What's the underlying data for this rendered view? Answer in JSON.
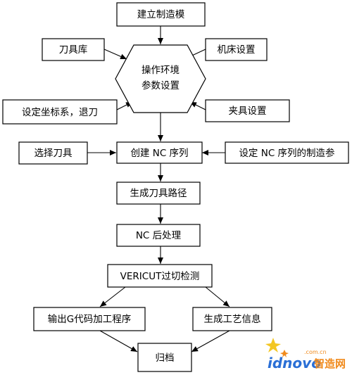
{
  "nodes": {
    "build_model": "建立制造模",
    "tool_library": "刀具库",
    "machine_setup": "机床设置",
    "operation_env": [
      "操作环境",
      "参数设置"
    ],
    "coord_retract": "设定坐标系，退刀",
    "fixture_setup": "夹具设置",
    "select_tool": "选择刀具",
    "create_nc_seq": "创建 NC 序列",
    "set_nc_params": "设定 NC 序列的制造参",
    "gen_toolpath": "生成刀具路径",
    "nc_post": "NC 后处理",
    "vericut_check": "VERICUT过切检测",
    "output_gcode": "输出G代码加工程序",
    "gen_process_info": "生成工艺信息",
    "archive": "归档"
  },
  "watermark": {
    "domain_text": ".com.cn",
    "brand_text": "idnovo",
    "cn_text": "智造网",
    "colors": {
      "brand_blue": "#2a6fd6",
      "brand_orange": "#f08a1c",
      "star_yellow": "#f3c623"
    }
  }
}
